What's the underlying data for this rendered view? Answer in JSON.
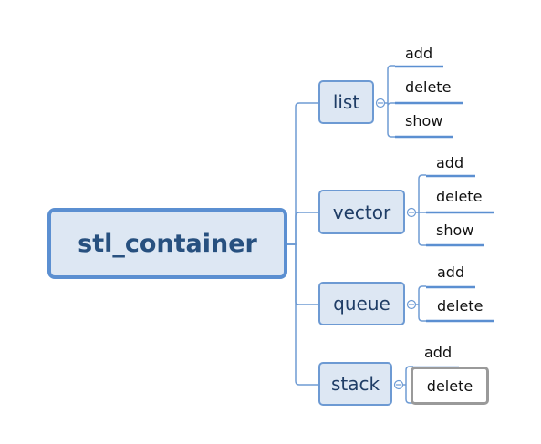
{
  "root": {
    "label": "stl_container"
  },
  "branches": [
    {
      "id": "list",
      "label": "list",
      "children": [
        "add",
        "delete",
        "show"
      ]
    },
    {
      "id": "vector",
      "label": "vector",
      "children": [
        "add",
        "delete",
        "show"
      ]
    },
    {
      "id": "queue",
      "label": "queue",
      "children": [
        "add",
        "delete"
      ]
    },
    {
      "id": "stack",
      "label": "stack",
      "children": [
        "add",
        "delete"
      ]
    }
  ],
  "selected": {
    "branch": "stack",
    "child": "delete"
  }
}
